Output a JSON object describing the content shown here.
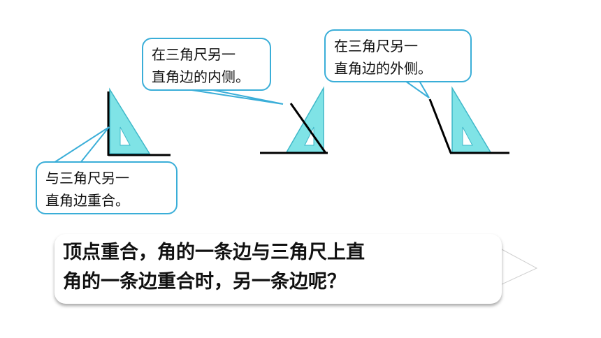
{
  "callouts": {
    "inner": {
      "line1": "在三角尺另一",
      "line2": "直角边的内侧。"
    },
    "outer": {
      "line1": "在三角尺另一",
      "line2": "直角边的外侧。"
    },
    "overlap": {
      "line1": "与三角尺另一",
      "line2": "直角边重合。"
    }
  },
  "question": {
    "line1": "顶点重合，角的一条边与三角尺上直",
    "line2": "角的一条边重合时，另一条边呢？"
  },
  "colors": {
    "triangle_fill": "#7fe3e6",
    "triangle_edge": "#3fb8c9",
    "callout_border": "#3aaed8",
    "angle_line": "#000000"
  }
}
